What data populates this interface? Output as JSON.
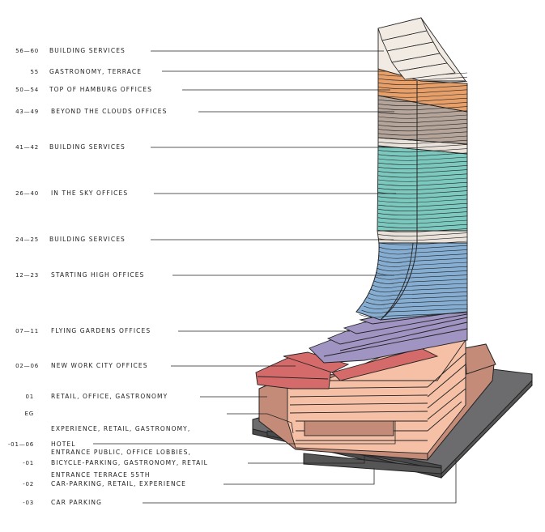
{
  "floors": [
    {
      "level": "56—60",
      "name": [
        "BUILDING SERVICES"
      ],
      "color": "#f2ebe4"
    },
    {
      "level": "55",
      "name": [
        "GASTRONOMY, TERRACE"
      ],
      "color": "#f2ebe4"
    },
    {
      "level": "50—54",
      "name": [
        "TOP OF HAMBURG OFFICES"
      ],
      "color": "#e8a06a"
    },
    {
      "level": "43—49",
      "name": [
        "BEYOND THE CLOUDS OFFICES"
      ],
      "color": "#b5a59a"
    },
    {
      "level": "41—42",
      "name": [
        "BUILDING SERVICES"
      ],
      "color": "#e9e2da"
    },
    {
      "level": "26—40",
      "name": [
        "IN THE SKY OFFICES"
      ],
      "color": "#7cc9bf"
    },
    {
      "level": "24—25",
      "name": [
        "BUILDING SERVICES"
      ],
      "color": "#e9e2da"
    },
    {
      "level": "12—23",
      "name": [
        "STARTING HIGH OFFICES"
      ],
      "color": "#86aed3"
    },
    {
      "level": "07—11",
      "name": [
        "FLYING GARDENS OFFICES"
      ],
      "color": "#a094c3"
    },
    {
      "level": "02—06",
      "name": [
        "NEW WORK CITY OFFICES"
      ],
      "color": "#d46a6a"
    },
    {
      "level": "01",
      "name": [
        "RETAIL, OFFICE, GASTRONOMY"
      ],
      "color": "#f6c0a6"
    },
    {
      "level": "EG",
      "name": [
        "EXPERIENCE, RETAIL, GASTRONOMY,",
        "ENTRANCE PUBLIC, OFFICE LOBBIES,",
        "ENTRANCE TERRACE 55TH"
      ],
      "color": "#f6c0a6"
    },
    {
      "level": "-01—06",
      "name": [
        "HOTEL"
      ],
      "color": "#c48c78"
    },
    {
      "level": "-01",
      "name": [
        "BICYCLE-PARKING, GASTRONOMY, RETAIL"
      ],
      "color": "#6c6c6e"
    },
    {
      "level": "-02",
      "name": [
        "CAR-PARKING, RETAIL, EXPERIENCE"
      ],
      "color": "#6c6c6e"
    },
    {
      "level": "-03",
      "name": [
        "CAR PARKING"
      ],
      "color": "#6c6c6e"
    }
  ]
}
